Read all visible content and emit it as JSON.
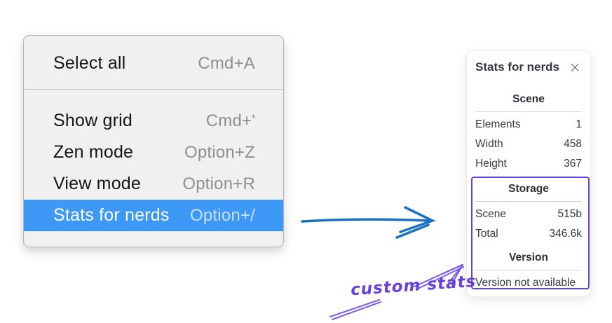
{
  "menu": {
    "items": [
      {
        "label": "Select all",
        "shortcut": "Cmd+A",
        "highlighted": false
      },
      {
        "label": "Show grid",
        "shortcut": "Cmd+'",
        "highlighted": false
      },
      {
        "label": "Zen mode",
        "shortcut": "Option+Z",
        "highlighted": false
      },
      {
        "label": "View mode",
        "shortcut": "Option+R",
        "highlighted": false
      },
      {
        "label": "Stats for nerds",
        "shortcut": "Option+/",
        "highlighted": true
      }
    ]
  },
  "panel": {
    "title": "Stats for nerds",
    "close_icon": "×",
    "sections": [
      {
        "title": "Scene",
        "rows": [
          {
            "label": "Elements",
            "value": "1"
          },
          {
            "label": "Width",
            "value": "458"
          },
          {
            "label": "Height",
            "value": "367"
          }
        ]
      },
      {
        "title": "Storage",
        "rows": [
          {
            "label": "Scene",
            "value": "515b"
          },
          {
            "label": "Total",
            "value": "346.6k"
          }
        ]
      },
      {
        "title": "Version",
        "note": "Version not available"
      }
    ]
  },
  "annotation": {
    "label": "custom stats"
  },
  "colors": {
    "menu_highlight": "#3d99f5",
    "blue_arrow": "#1971c2",
    "annotation_purple": "#6741d9",
    "annotation_arrow_purple": "#7a5cf0"
  }
}
